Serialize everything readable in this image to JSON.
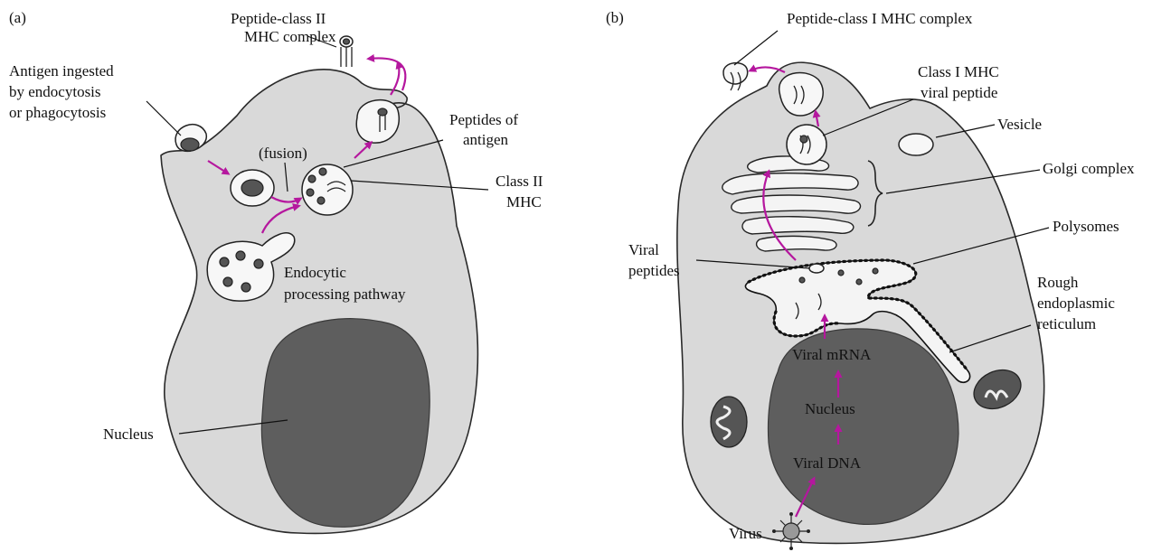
{
  "panel_a": {
    "tag": "(a)",
    "labels": {
      "mhc2_complex_1": "Peptide-class II",
      "mhc2_complex_2": "MHC complex",
      "antigen_1": "Antigen ingested",
      "antigen_2": "by endocytosis",
      "antigen_3": "or phagocytosis",
      "fusion": "(fusion)",
      "peptides_1": "Peptides of",
      "peptides_2": "antigen",
      "class2_1": "Class II",
      "class2_2": "MHC",
      "pathway_1": "Endocytic",
      "pathway_2": "processing pathway",
      "nucleus": "Nucleus"
    }
  },
  "panel_b": {
    "tag": "(b)",
    "labels": {
      "mhc1_complex": "Peptide-class I MHC complex",
      "class1_1": "Class I MHC",
      "class1_2": "viral peptide",
      "vesicle": "Vesicle",
      "golgi": "Golgi complex",
      "polysomes": "Polysomes",
      "viral_peptides_1": "Viral",
      "viral_peptides_2": "peptides",
      "rer_1": "Rough",
      "rer_2": "endoplasmic",
      "rer_3": "reticulum",
      "viral_mrna": "Viral mRNA",
      "nucleus": "Nucleus",
      "viral_dna": "Viral DNA",
      "virus": "Virus"
    }
  },
  "colors": {
    "arrow": "#b5179e",
    "cytoplasm": "#d9d9d9",
    "nucleus": "#5e5e5e",
    "vesicle": "#f7f7f7"
  }
}
